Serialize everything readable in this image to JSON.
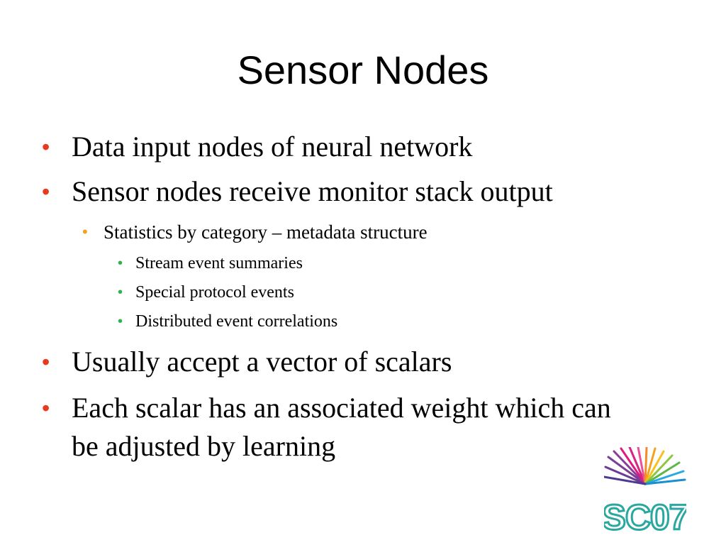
{
  "slide": {
    "title": "Sensor Nodes",
    "bullets": [
      {
        "text": "Data input nodes of neural network"
      },
      {
        "text": "Sensor nodes receive monitor stack output"
      },
      {
        "text": "Statistics by category – metadata structure"
      },
      {
        "text": "Stream event summaries"
      },
      {
        "text": "Special protocol events"
      },
      {
        "text": "Distributed event correlations"
      },
      {
        "text": "Usually accept a vector of scalars"
      },
      {
        "text": "Each scalar has an associated weight which can be adjusted by learning"
      }
    ],
    "bullet_glyph": "•",
    "bullet_colors": {
      "level1": "#e8391e",
      "level2": "#f4a219",
      "level3": "#2db34a"
    },
    "logo": {
      "text": "SC07",
      "icon": "sc07-logo"
    }
  }
}
